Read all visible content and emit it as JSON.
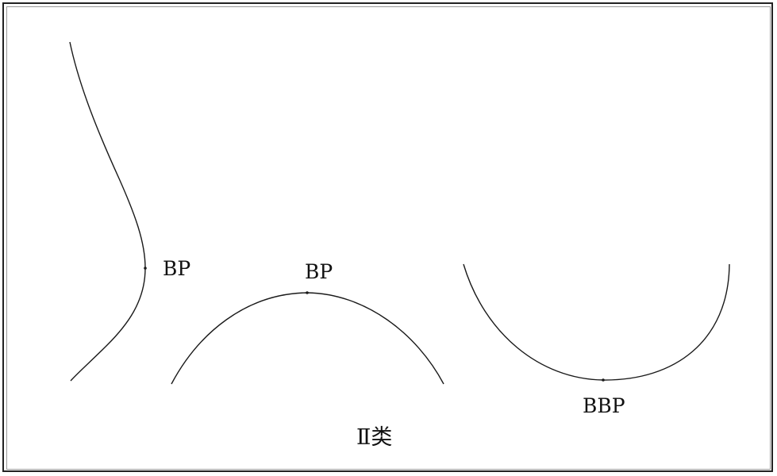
{
  "diagram": {
    "curves": [
      {
        "id": "left",
        "point_label": "BP"
      },
      {
        "id": "middle",
        "point_label": "BP"
      },
      {
        "id": "right",
        "point_label": "BBP"
      }
    ],
    "caption": "Ⅱ类",
    "line_color": "#1a1a1a",
    "border_color": "#222222"
  }
}
